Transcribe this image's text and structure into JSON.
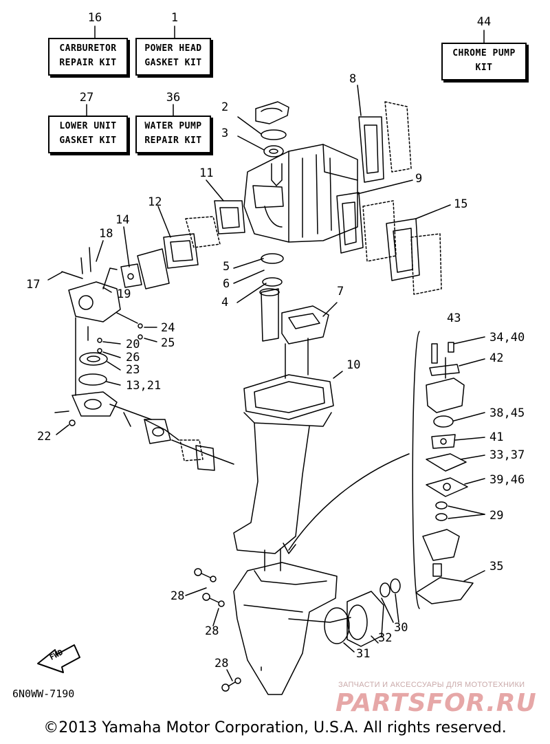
{
  "kits": [
    {
      "num": "16",
      "line1": "CARBURETOR",
      "line2": "REPAIR KIT"
    },
    {
      "num": "1",
      "line1": "POWER HEAD",
      "line2": "GASKET KIT"
    },
    {
      "num": "44",
      "line1": "CHROME PUMP",
      "line2": "KIT"
    },
    {
      "num": "27",
      "line1": "LOWER UNIT",
      "line2": "GASKET KIT"
    },
    {
      "num": "36",
      "line1": "WATER PUMP",
      "line2": "REPAIR KIT"
    }
  ],
  "callouts": [
    "2",
    "3",
    "8",
    "11",
    "9",
    "12",
    "14",
    "15",
    "18",
    "5",
    "6",
    "17",
    "19",
    "4",
    "7",
    "24",
    "25",
    "20",
    "26",
    "23",
    "13,21",
    "22",
    "10",
    "43",
    "34,40",
    "42",
    "38,45",
    "41",
    "33,37",
    "39,46",
    "29",
    "35",
    "28",
    "28",
    "28",
    "30",
    "31",
    "32"
  ],
  "fwd_label": "FWD",
  "diagram_code": "6N0WW-7190",
  "watermark_top": "ЗАПЧАСТИ И АКСЕССУАРЫ ДЛЯ МОТОТЕХНИКИ",
  "watermark_brand": "PARTSFOR.RU",
  "copyright": "©2013 Yamaha Motor Corporation, U.S.A. All rights reserved."
}
